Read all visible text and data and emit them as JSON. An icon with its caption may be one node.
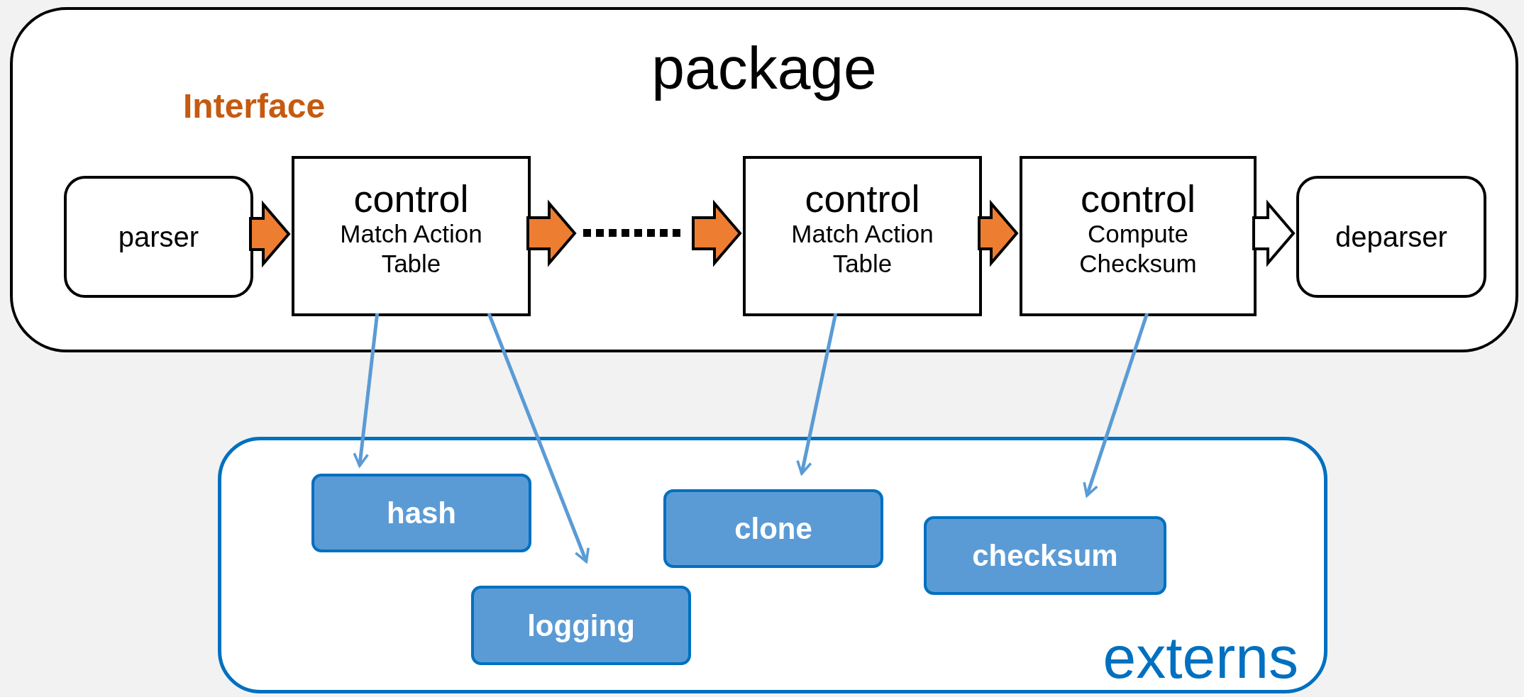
{
  "diagram": {
    "nodes": [
      {
        "text": [
          "package"
        ]
      },
      {
        "text": [
          "parser"
        ],
        "in": 0
      },
      {
        "text": [
          "control",
          "Match Action Table"
        ],
        "in": 0
      },
      {
        "text": [
          "control",
          "Match Action Table"
        ],
        "in": 0
      },
      {
        "text": [
          "control",
          "Compute Checksum"
        ],
        "in": 0
      },
      {
        "text": [
          "deparser"
        ],
        "in": 0
      },
      {
        "text": [
          "externs"
        ]
      },
      {
        "text": [
          "hash"
        ],
        "in": 6
      },
      {
        "text": [
          "logging"
        ],
        "in": 6
      },
      {
        "text": [
          "clone"
        ],
        "in": 6
      },
      {
        "text": [
          "checksum"
        ],
        "in": 6
      }
    ],
    "edges": [
      {
        "from": 1,
        "to": 2,
        "arrow": "to",
        "style": "thick",
        "color": "#ed7d31"
      },
      {
        "from": 2,
        "to": null,
        "arrow": "to",
        "style": "thick",
        "color": "#ed7d31"
      },
      {
        "from": null,
        "to": 3,
        "arrow": "to",
        "style": "thick",
        "color": "#ed7d31"
      },
      {
        "from": 3,
        "to": 4,
        "arrow": "to",
        "style": "thick",
        "color": "#ed7d31"
      },
      {
        "from": 4,
        "to": 5,
        "arrow": "to",
        "style": "thick",
        "color": "#ffffff"
      },
      {
        "from": 2,
        "to": 7,
        "arrow": "to",
        "color": "#5b9bd5"
      },
      {
        "from": 2,
        "to": 8,
        "arrow": "to",
        "color": "#5b9bd5"
      },
      {
        "from": 3,
        "to": 9,
        "arrow": "to",
        "color": "#5b9bd5"
      },
      {
        "from": 4,
        "to": 10,
        "arrow": "to",
        "color": "#5b9bd5"
      }
    ],
    "labels": [
      "Interface"
    ]
  }
}
